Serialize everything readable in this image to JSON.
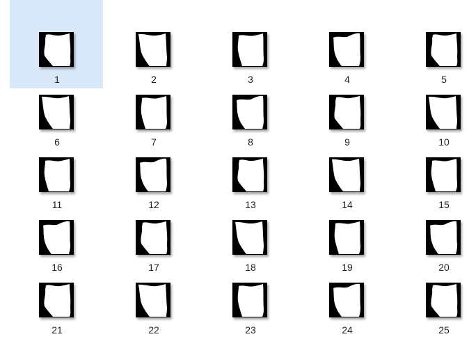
{
  "view": {
    "selected_index": 0,
    "items": [
      {
        "label": "1",
        "icon": "mask-thumbnail-icon"
      },
      {
        "label": "2",
        "icon": "mask-thumbnail-icon"
      },
      {
        "label": "3",
        "icon": "mask-thumbnail-icon"
      },
      {
        "label": "4",
        "icon": "mask-thumbnail-icon"
      },
      {
        "label": "5",
        "icon": "mask-thumbnail-icon"
      },
      {
        "label": "6",
        "icon": "mask-thumbnail-icon"
      },
      {
        "label": "7",
        "icon": "mask-thumbnail-icon"
      },
      {
        "label": "8",
        "icon": "mask-thumbnail-icon"
      },
      {
        "label": "9",
        "icon": "mask-thumbnail-icon"
      },
      {
        "label": "10",
        "icon": "mask-thumbnail-icon"
      },
      {
        "label": "11",
        "icon": "mask-thumbnail-icon"
      },
      {
        "label": "12",
        "icon": "mask-thumbnail-icon"
      },
      {
        "label": "13",
        "icon": "mask-thumbnail-icon"
      },
      {
        "label": "14",
        "icon": "mask-thumbnail-icon"
      },
      {
        "label": "15",
        "icon": "mask-thumbnail-icon"
      },
      {
        "label": "16",
        "icon": "mask-thumbnail-icon"
      },
      {
        "label": "17",
        "icon": "mask-thumbnail-icon"
      },
      {
        "label": "18",
        "icon": "mask-thumbnail-icon"
      },
      {
        "label": "19",
        "icon": "mask-thumbnail-icon"
      },
      {
        "label": "20",
        "icon": "mask-thumbnail-icon"
      },
      {
        "label": "21",
        "icon": "mask-thumbnail-icon"
      },
      {
        "label": "22",
        "icon": "mask-thumbnail-icon"
      },
      {
        "label": "23",
        "icon": "mask-thumbnail-icon"
      },
      {
        "label": "24",
        "icon": "mask-thumbnail-icon"
      },
      {
        "label": "25",
        "icon": "mask-thumbnail-icon"
      }
    ]
  },
  "colors": {
    "selection": "#d9e8f8",
    "thumbnail_background": "#000000",
    "mask_fill": "#ffffff",
    "label_text": "#222222"
  }
}
